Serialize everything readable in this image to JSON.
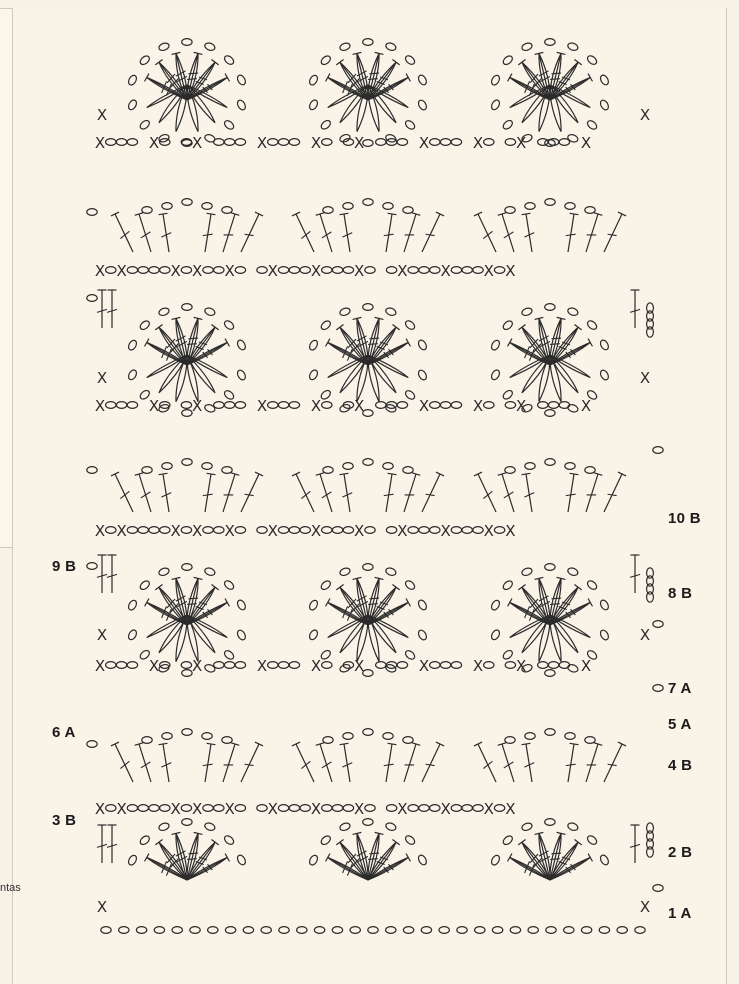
{
  "colors": {
    "background": "#f8f1e6",
    "panel": "#f9f3e8",
    "ink": "#2b2b2b"
  },
  "cut_text": "ntas",
  "labels": {
    "r1a": "1 A",
    "r2b": "2 B",
    "r3b": "3 B",
    "r4b": "4 B",
    "r5a": "5 A",
    "r6a": "6 A",
    "r7a": "7 A",
    "r8b": "8 B",
    "r9b": "9 B",
    "r10b": "10 B"
  },
  "symbols": {
    "chain": "o",
    "single_crochet": "X"
  }
}
